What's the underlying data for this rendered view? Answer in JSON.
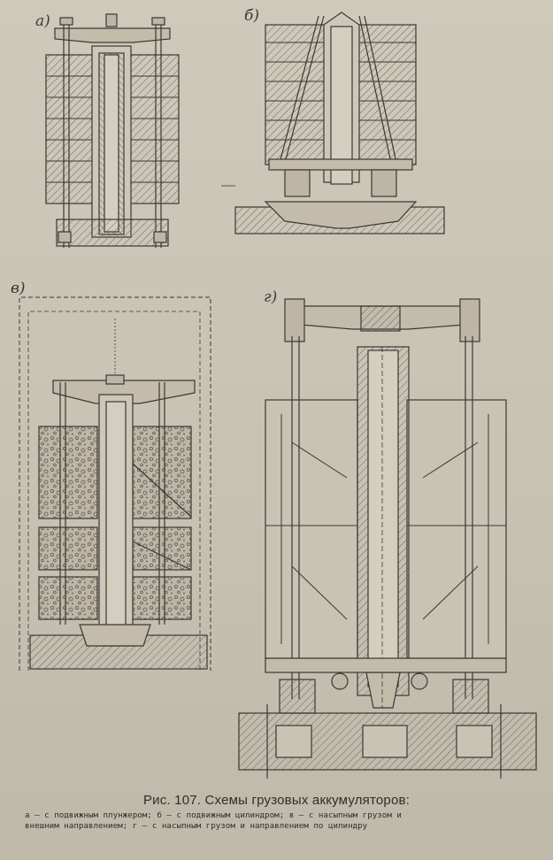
{
  "figure": {
    "labels": {
      "a": "а)",
      "b": "б)",
      "v": "в)",
      "g": "г)"
    }
  },
  "caption": {
    "title": "Рис. 107. Схемы грузовых аккумуляторов:",
    "line1": "а — с подвижным плунжером; б — с подвижным цилиндром; в — с насыпным грузом и",
    "line2": "внешним направлением; г — с насыпным грузом и направлением по цилиндру"
  },
  "colors": {
    "paper": "#c9c3b3",
    "ink": "#3a3835",
    "hatch": "#6a655c"
  }
}
